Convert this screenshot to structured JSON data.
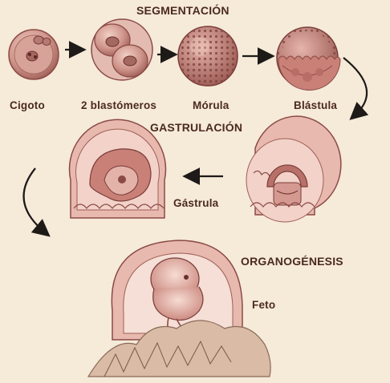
{
  "stages": {
    "segmentation": {
      "heading": "SEGMENTACIÓN",
      "items": [
        {
          "label": "Cigoto"
        },
        {
          "label": "2 blastómeros"
        },
        {
          "label": "Mórula"
        },
        {
          "label": "Blástula"
        }
      ]
    },
    "gastrulation": {
      "heading": "GASTRULACIÓN",
      "label": "Gástrula"
    },
    "organogenesis": {
      "heading": "ORGANOGÉNESIS",
      "label": "Feto"
    }
  },
  "colors": {
    "background": "#f6ead9",
    "cell_fill": "#c98a80",
    "cell_dark": "#8a4a45",
    "tissue_pink": "#e8b9ae",
    "text": "#4a2a1e",
    "arrow": "#1e1a18"
  }
}
